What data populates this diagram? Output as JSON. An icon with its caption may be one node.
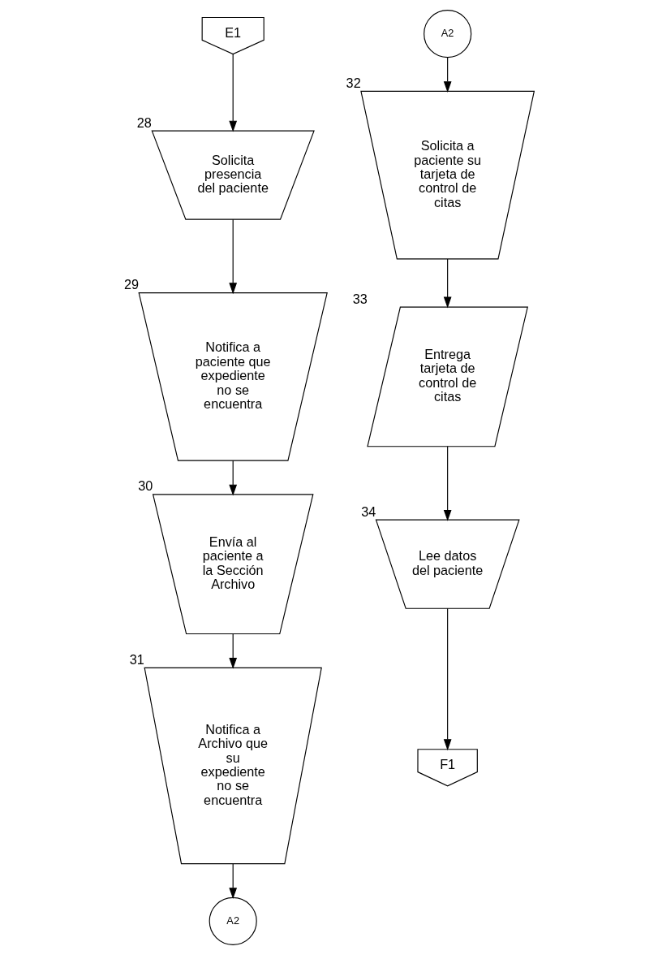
{
  "diagram": {
    "nodes": [
      {
        "text": [
          "E1"
        ]
      },
      {
        "text": [
          "Solicita presencia del paciente"
        ],
        "beside": [
          "28"
        ]
      },
      {
        "text": [
          "Notifica a paciente que expediente no se encuentra"
        ],
        "beside": [
          "29"
        ]
      },
      {
        "text": [
          "Envía al paciente a la Sección Archivo"
        ],
        "beside": [
          "30"
        ]
      },
      {
        "text": [
          "Notifica a Archivo que su expediente no se encuentra"
        ],
        "beside": [
          "31"
        ]
      },
      {
        "text": [
          "A2"
        ]
      },
      {
        "text": [
          "A2"
        ]
      },
      {
        "text": [
          "Solicita a paciente su tarjeta de control de citas"
        ],
        "beside": [
          "32"
        ]
      },
      {
        "text": [
          "Entrega tarjeta de control de citas"
        ],
        "beside": [
          "33"
        ]
      },
      {
        "text": [
          "Lee datos del paciente"
        ],
        "beside": [
          "34"
        ]
      },
      {
        "text": [
          "F1"
        ]
      }
    ],
    "edges": [
      {
        "from": 0,
        "to": 1,
        "arrow": "to"
      },
      {
        "from": 1,
        "to": 2,
        "arrow": "to"
      },
      {
        "from": 2,
        "to": 3,
        "arrow": "to"
      },
      {
        "from": 3,
        "to": 4,
        "arrow": "to"
      },
      {
        "from": 4,
        "to": 5,
        "arrow": "to"
      },
      {
        "from": 6,
        "to": 7,
        "arrow": "to"
      },
      {
        "from": 7,
        "to": 8,
        "arrow": "to"
      },
      {
        "from": 8,
        "to": 9,
        "arrow": "to"
      },
      {
        "from": 9,
        "to": 10,
        "arrow": "to"
      }
    ]
  }
}
